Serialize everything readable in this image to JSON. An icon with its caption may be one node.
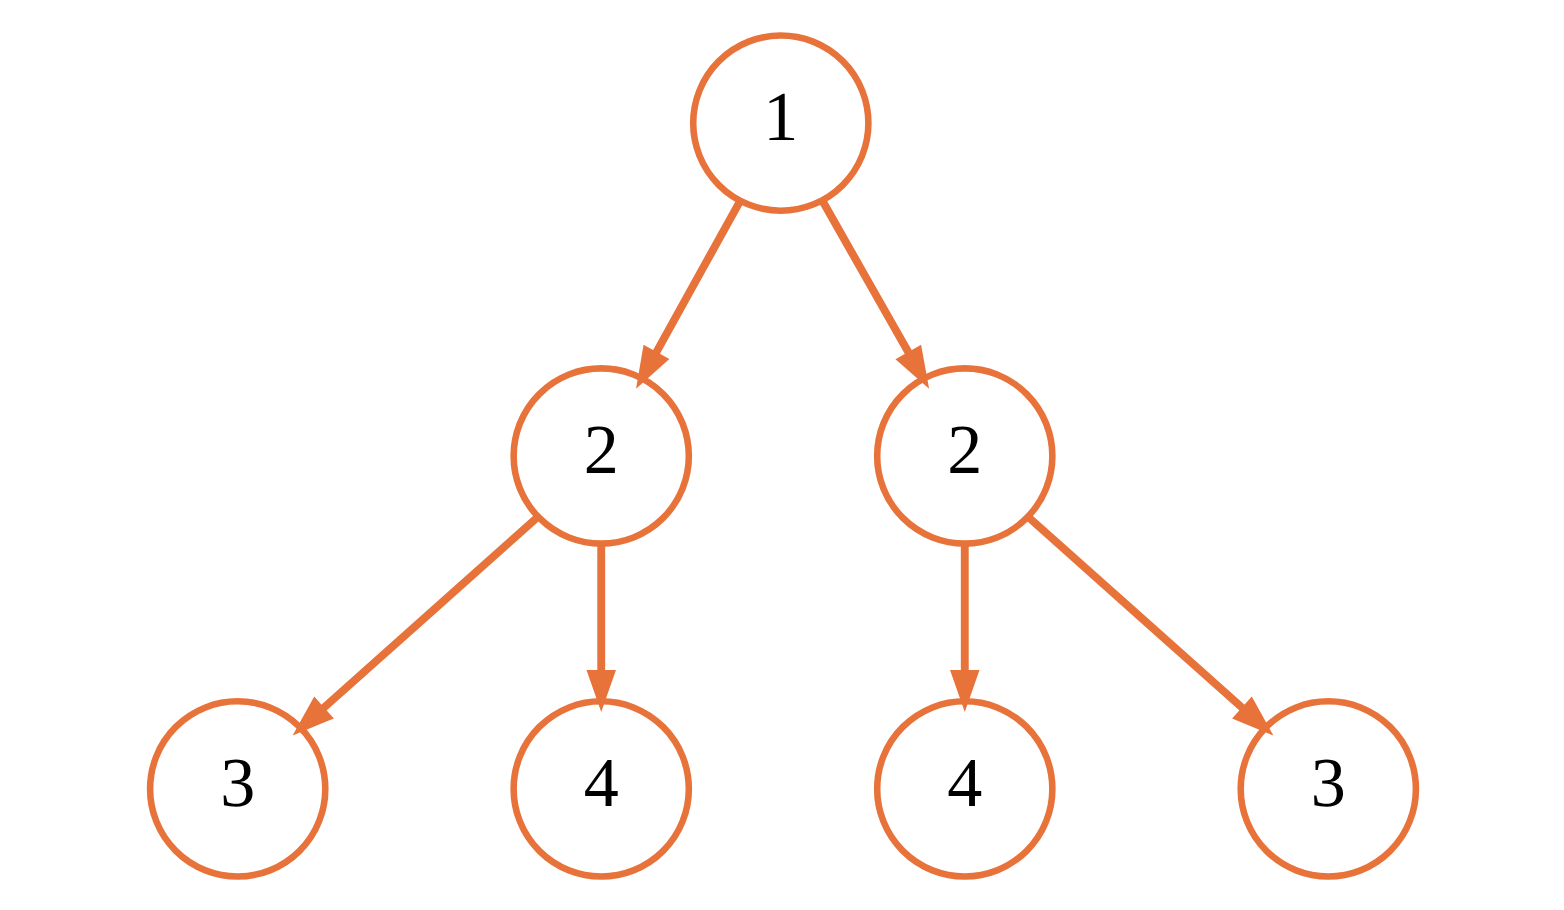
{
  "diagram": {
    "nodes": [
      {
        "text": [
          "1"
        ]
      },
      {
        "text": [
          "2"
        ]
      },
      {
        "text": [
          "2"
        ]
      },
      {
        "text": [
          "3"
        ]
      },
      {
        "text": [
          "4"
        ]
      },
      {
        "text": [
          "4"
        ]
      },
      {
        "text": [
          "3"
        ]
      }
    ],
    "edges": [
      {
        "from": 0,
        "to": 1,
        "arrow": "to"
      },
      {
        "from": 0,
        "to": 2,
        "arrow": "to"
      },
      {
        "from": 1,
        "to": 3,
        "arrow": "to"
      },
      {
        "from": 1,
        "to": 4,
        "arrow": "to"
      },
      {
        "from": 2,
        "to": 5,
        "arrow": "to"
      },
      {
        "from": 2,
        "to": 6,
        "arrow": "to"
      }
    ]
  }
}
